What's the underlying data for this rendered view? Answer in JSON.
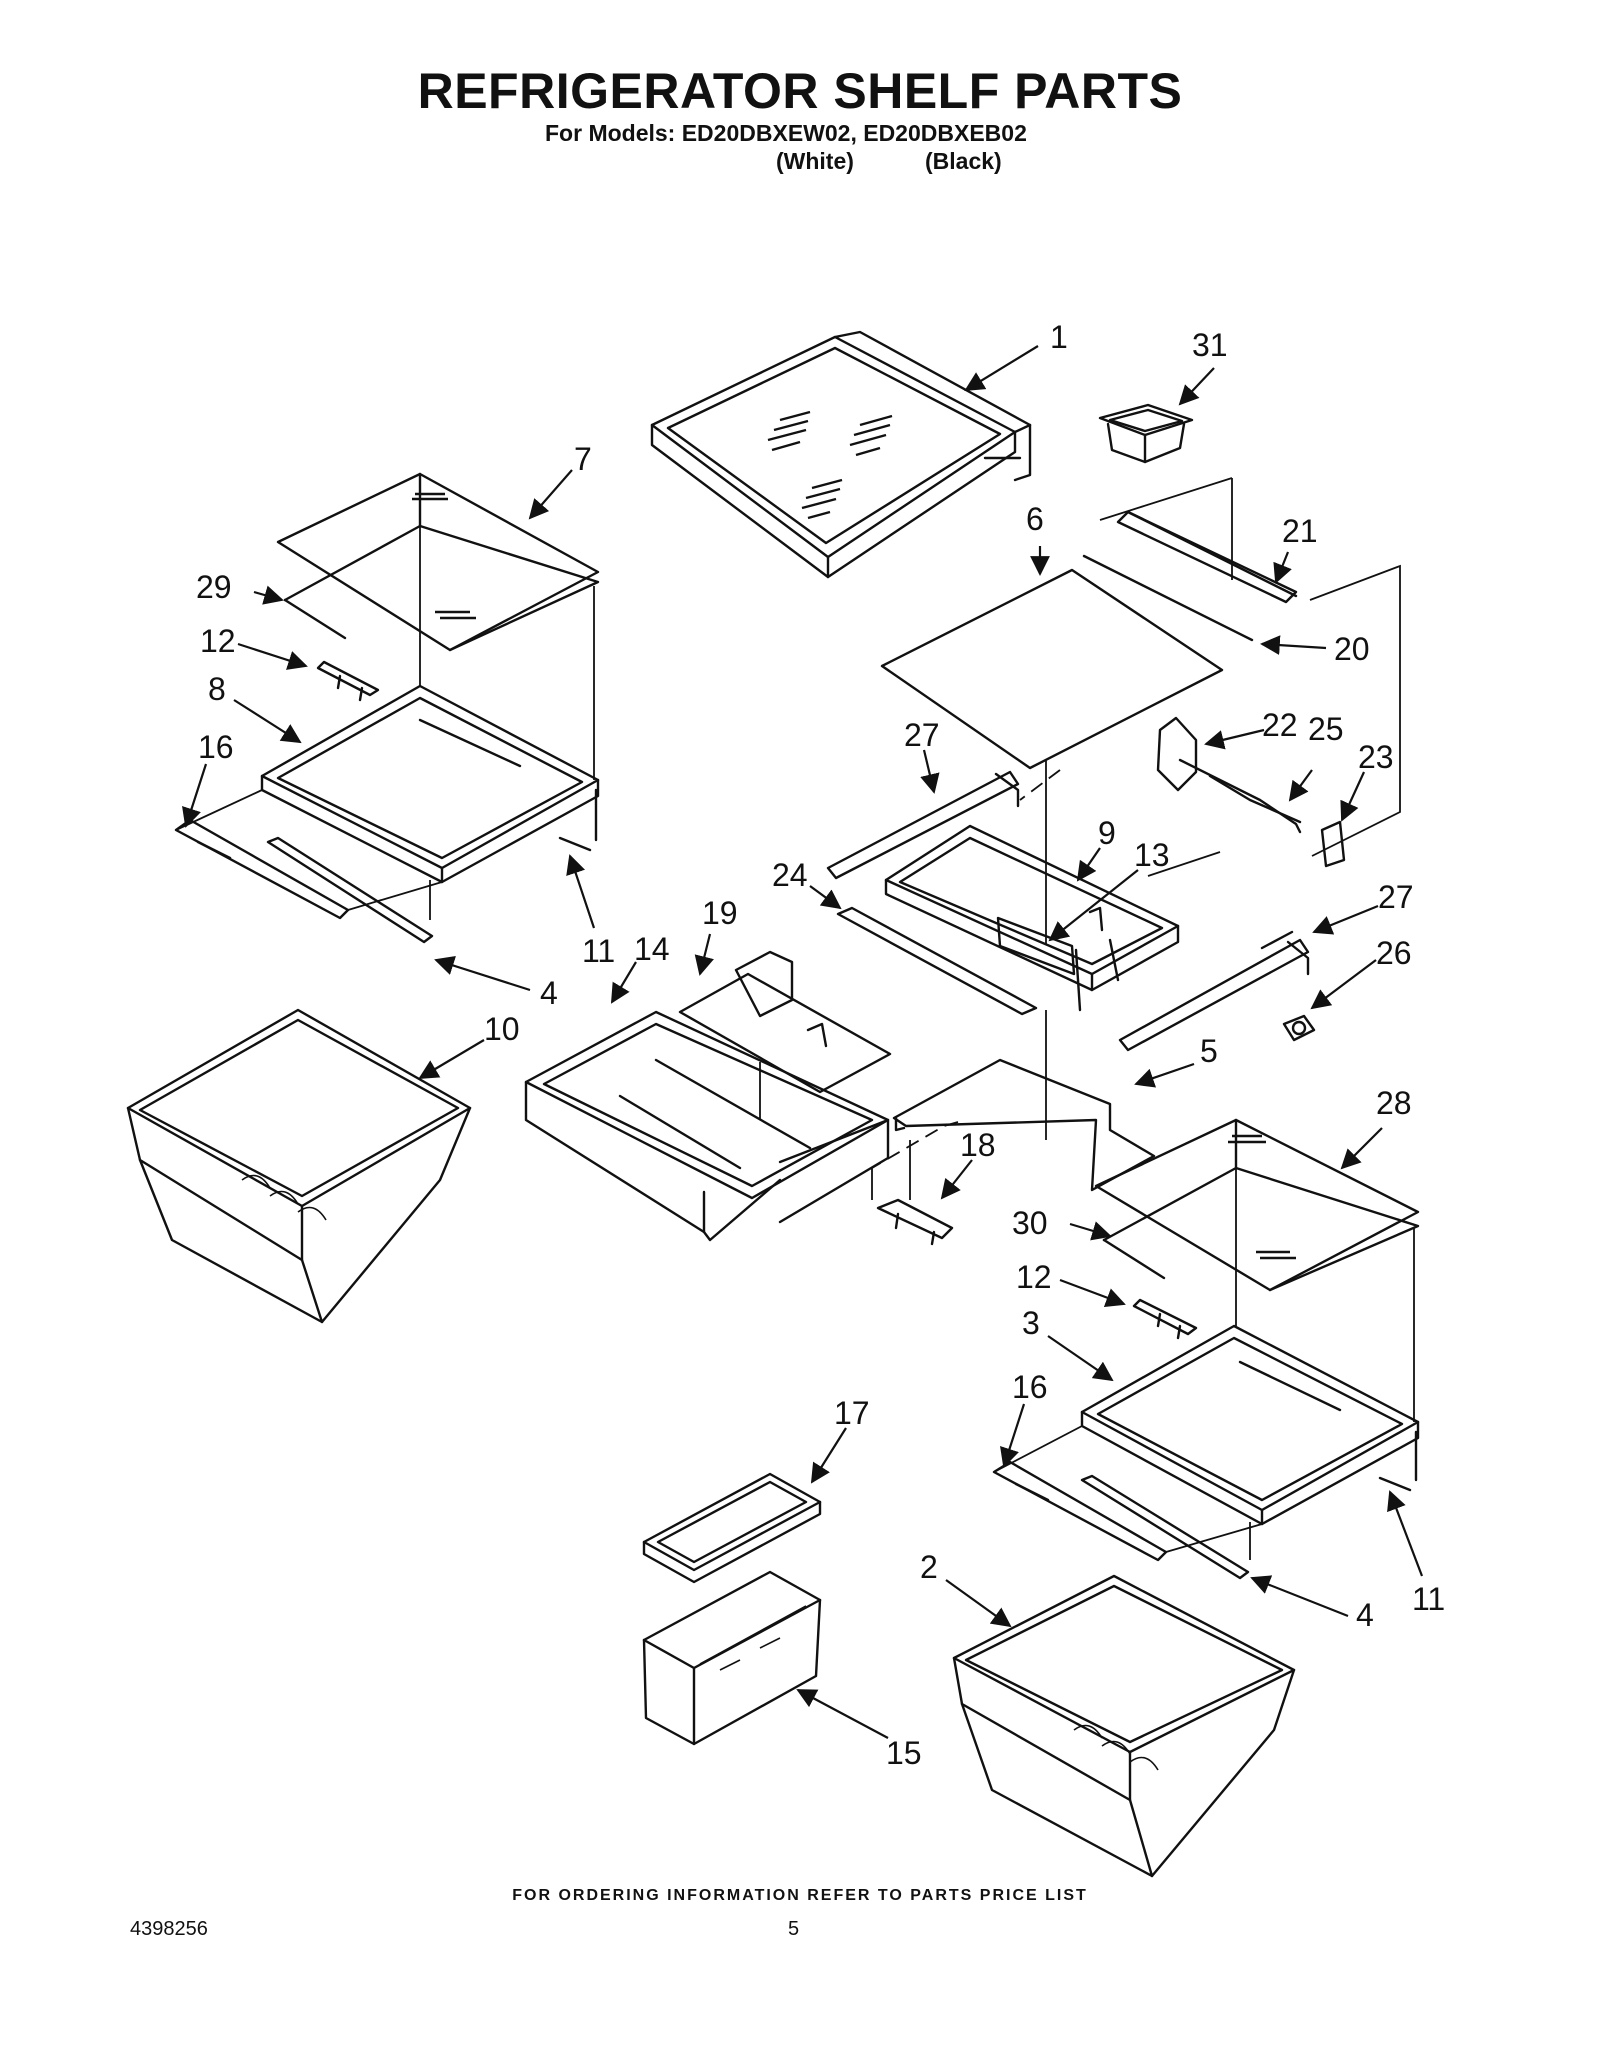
{
  "header": {
    "title": "REFRIGERATOR SHELF PARTS",
    "models": "For Models: ED20DBXEW02, ED20DBXEB02",
    "color_white": "(White)",
    "color_black": "(Black)"
  },
  "callouts": [
    "1",
    "31",
    "7",
    "6",
    "21",
    "29",
    "20",
    "12",
    "8",
    "22",
    "25",
    "23",
    "27",
    "16",
    "9",
    "13",
    "24",
    "19",
    "27",
    "26",
    "14",
    "11",
    "4",
    "10",
    "5",
    "28",
    "18",
    "30",
    "12",
    "3",
    "16",
    "17",
    "11",
    "4",
    "2",
    "15"
  ],
  "footer": {
    "ordering_note": "FOR ORDERING INFORMATION REFER TO PARTS PRICE LIST",
    "document_number": "4398256",
    "page_number": "5"
  }
}
